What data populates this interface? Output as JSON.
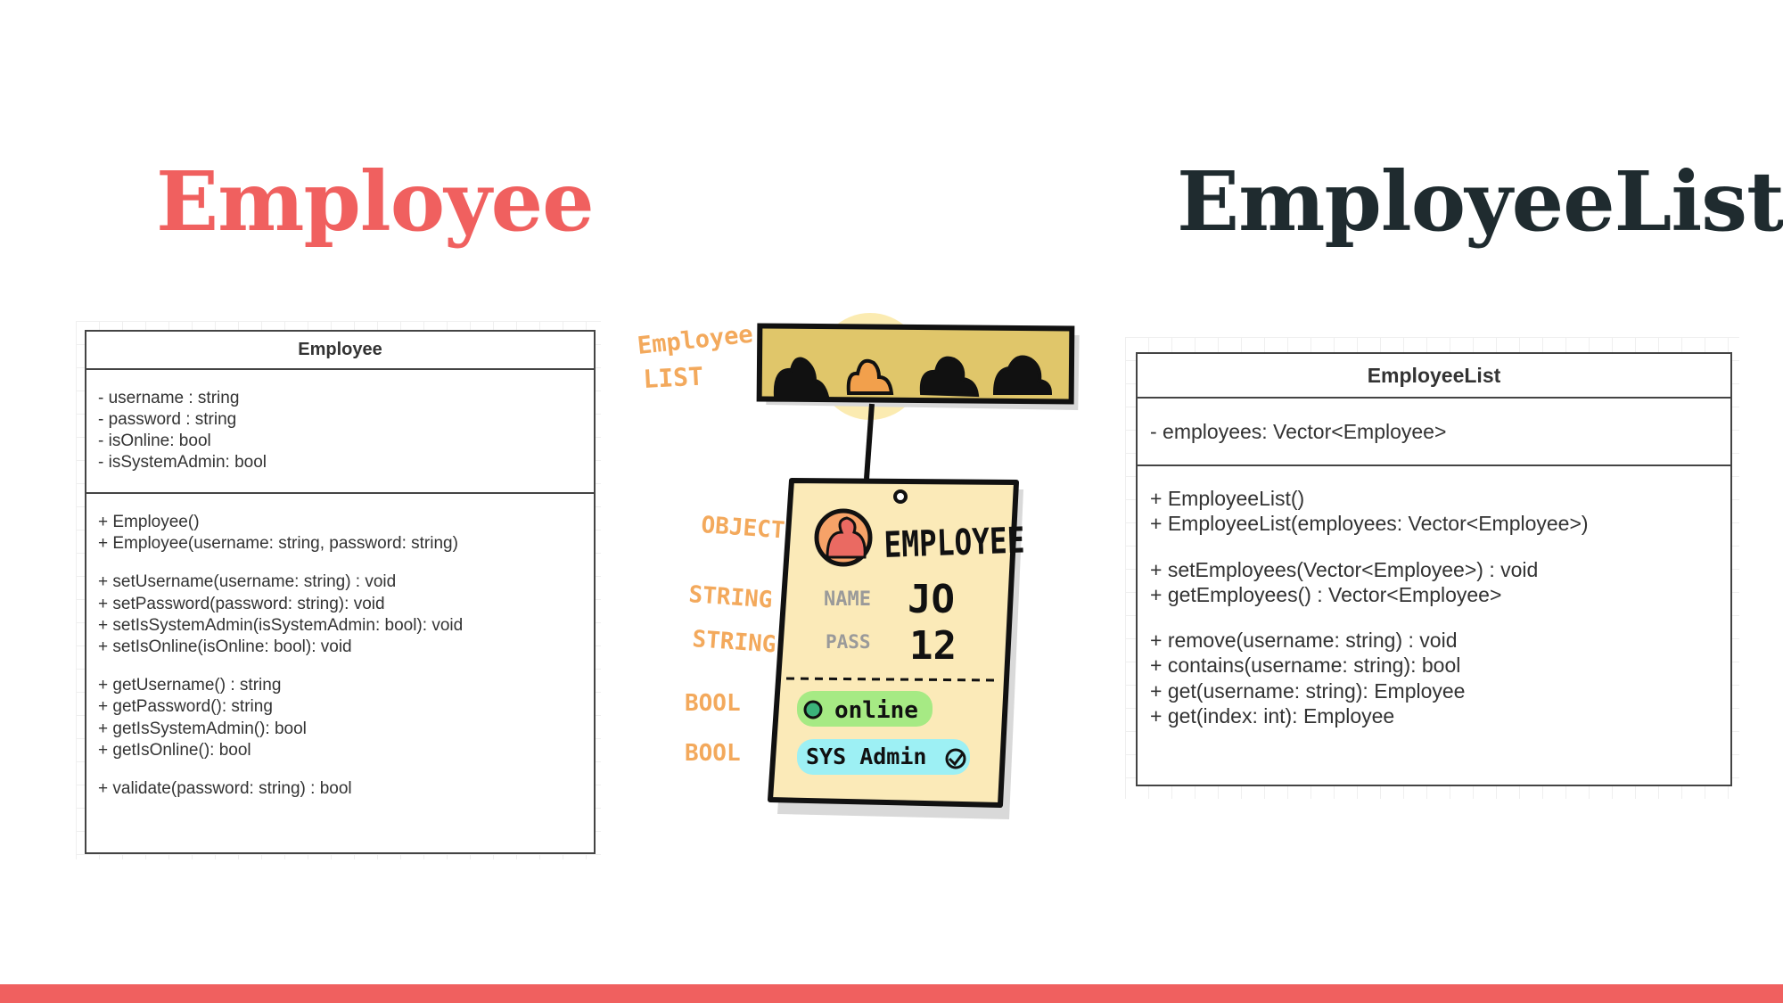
{
  "titles": {
    "left": "Employee",
    "right": "EmployeeList"
  },
  "employee_uml": {
    "header": "Employee",
    "attributes": [
      "- username : string",
      "- password : string",
      "- isOnline: bool",
      "- isSystemAdmin: bool"
    ],
    "operations": [
      "+ Employee()",
      "+ Employee(username: string, password: string)",
      "",
      "+ setUsername(username: string) : void",
      "+ setPassword(password: string): void",
      "+ setIsSystemAdmin(isSystemAdmin: bool): void",
      "+ setIsOnline(isOnline: bool): void",
      "",
      "+ getUsername() : string",
      "+ getPassword(): string",
      "+ getIsSystemAdmin(): bool",
      "+ getIsOnline(): bool",
      "",
      "+ validate(password: string) : bool"
    ]
  },
  "employeelist_uml": {
    "header": "EmployeeList",
    "attributes": [
      "- employees: Vector<Employee>"
    ],
    "operations": [
      "+ EmployeeList()",
      "+ EmployeeList(employees: Vector<Employee>)",
      "",
      "+ setEmployees(Vector<Employee>) : void",
      "+ getEmployees() : Vector<Employee>",
      "",
      "+ remove(username: string) : void",
      "+ contains(username: string): bool",
      "+ get(username: string): Employee",
      "+ get(index: int): Employee"
    ]
  },
  "sketch": {
    "list_label_line1": "Employee",
    "list_label_line2": "LIST",
    "card_title": "EMPLOYEE",
    "type_labels": {
      "object": "OBJECT",
      "string_name": "STRING",
      "string_pass": "STRING",
      "bool_online": "BOOL",
      "bool_admin": "BOOL"
    },
    "fields": {
      "name_label": "NAME",
      "name_value": "JO",
      "pass_label": "PASS",
      "pass_value": "12",
      "online_label": "online",
      "admin_label": "SYS Admin"
    },
    "colors": {
      "annotation": "#f3a95c",
      "list_bar": "#e0c66a",
      "card": "#fbeab8",
      "online_pill": "#a6ea84",
      "admin_pill": "#9df0f4",
      "highlight": "#fbe9a8"
    }
  },
  "colors": {
    "accent": "#f0605f",
    "dark_title": "#1f2b2f"
  }
}
